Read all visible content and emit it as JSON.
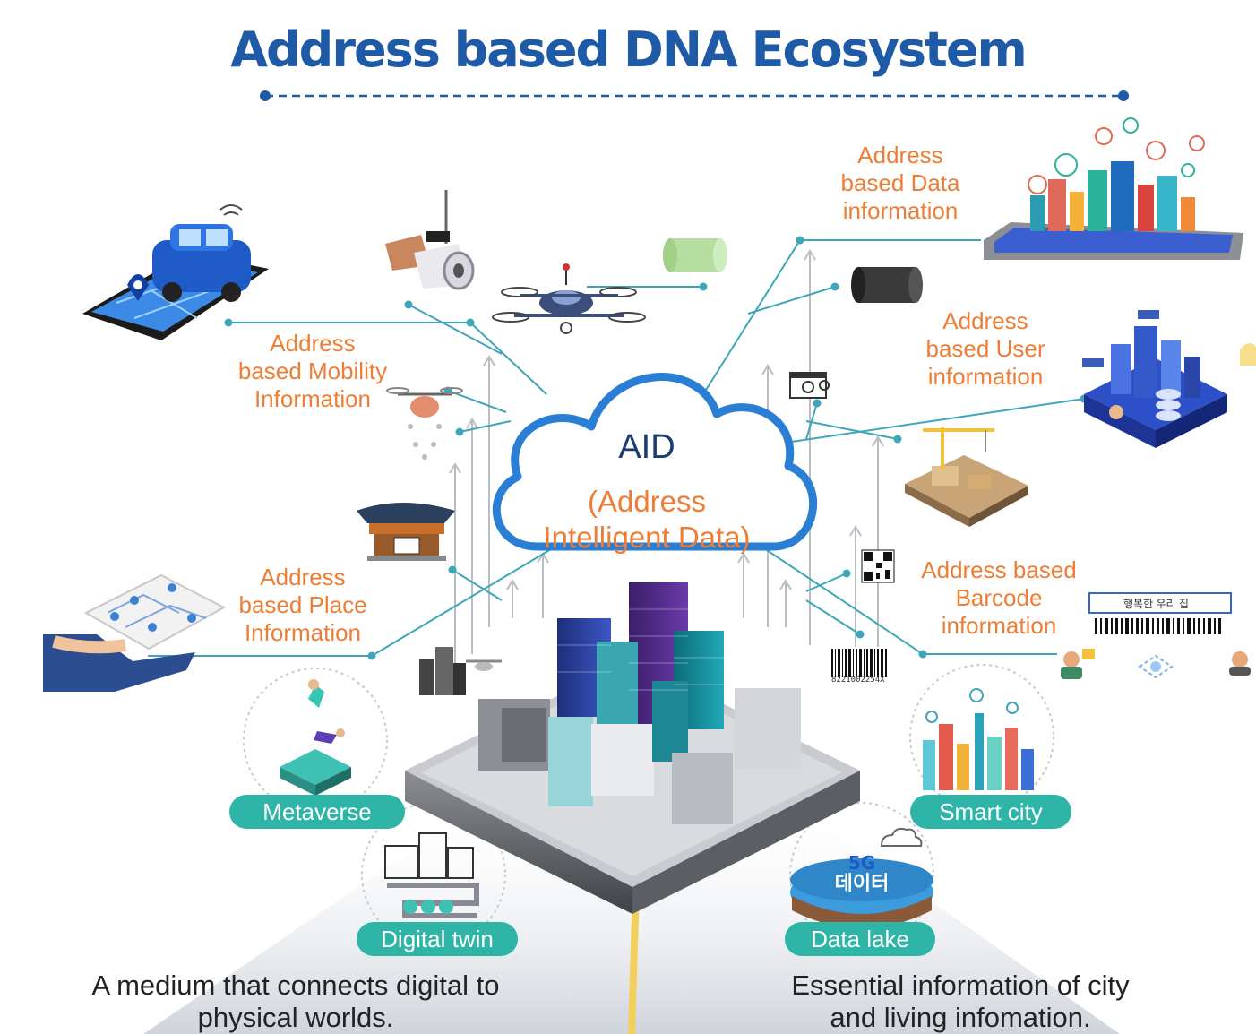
{
  "title": "Address based DNA Ecosystem",
  "center": {
    "line1": "AID",
    "line2": "(Address\nIntelligent Data)"
  },
  "labels": {
    "data_info": "Address\nbased Data\ninformation",
    "user_info": "Address\nbased User\ninformation",
    "barcode_info": "Address based\nBarcode\ninformation",
    "mobility_info": "Address\nbased Mobility\nInformation",
    "place_info": "Address\nbased Place\nInformation"
  },
  "pills": {
    "metaverse": "Metaverse",
    "smart_city": "Smart city",
    "digital_twin": "Digital twin",
    "data_lake": "Data lake"
  },
  "captions": {
    "left": "A medium that connects digital to\nphysical  worlds.",
    "right": "Essential information of city\nand living infomation."
  },
  "data_lake_badge": {
    "line1": "5G",
    "line2": "데이터"
  },
  "barcode_number": "8221002254X",
  "korean_card": "행복한 우리 집",
  "colors": {
    "title": "#1f5aa6",
    "label_orange": "#ee7e36",
    "aid_navy": "#1a3c6e",
    "cloud_blue": "#2a7fd4",
    "teal": "#2fb5a8",
    "connector": "#3ea6b8"
  }
}
